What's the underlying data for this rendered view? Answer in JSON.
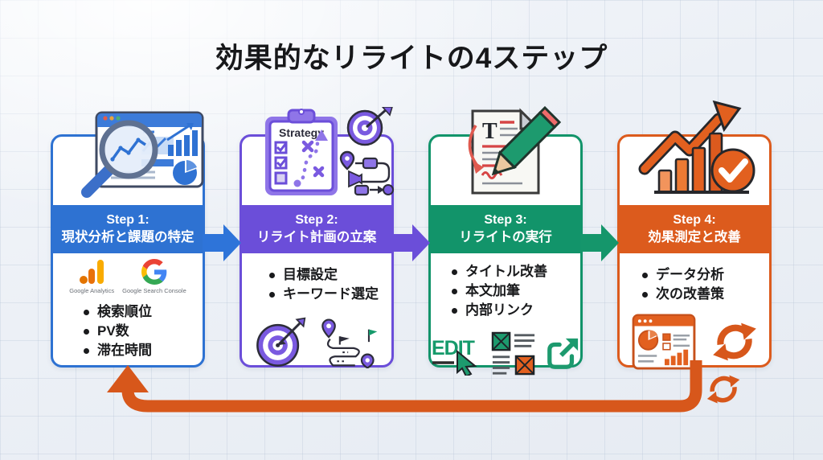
{
  "title": "効果的なリライトの4ステップ",
  "steps": [
    {
      "label": "Step 1:",
      "heading": "現状分析と課題の特定",
      "accent": "#2e72d2",
      "top_icon": "analytics-report-magnifier",
      "tools": [
        {
          "label": "Google Analytics",
          "icon": "google-analytics-logo"
        },
        {
          "label": "Google Search Console",
          "icon": "google-g-logo"
        }
      ],
      "bullets": [
        "検索順位",
        "PV数",
        "滞在時間"
      ]
    },
    {
      "label": "Step 2:",
      "heading": "リライト計画の立案",
      "accent": "#6b4ed9",
      "top_icon": "strategy-clipboard-target-route",
      "clipboard_label": "Strategy",
      "bullets": [
        "目標設定",
        "キーワード選定"
      ],
      "bottom_icons": [
        "target-dart",
        "route-map"
      ]
    },
    {
      "label": "Step 3:",
      "heading": "リライトの実行",
      "accent": "#12946a",
      "top_icon": "document-rewrite-pencil",
      "doc_letter": "T",
      "edit_label": "EDIT",
      "bullets": [
        "タイトル改善",
        "本文加筆",
        "内部リンク"
      ],
      "bottom_icons": [
        "edit-cursor",
        "wireframe-layout",
        "external-link"
      ]
    },
    {
      "label": "Step 4:",
      "heading": "効果測定と改善",
      "accent": "#dc5b1d",
      "top_icon": "growth-chart-checkmark",
      "bullets": [
        "データ分析",
        "次の改善策"
      ],
      "bottom_icons": [
        "report-dashboard",
        "refresh-cycle"
      ]
    }
  ],
  "connectors": {
    "arrow_1_2_color": "#2e74d9",
    "arrow_2_3_color": "#6b4ed9",
    "arrow_3_4_color": "#15966b",
    "loop_color": "#d7571b"
  }
}
